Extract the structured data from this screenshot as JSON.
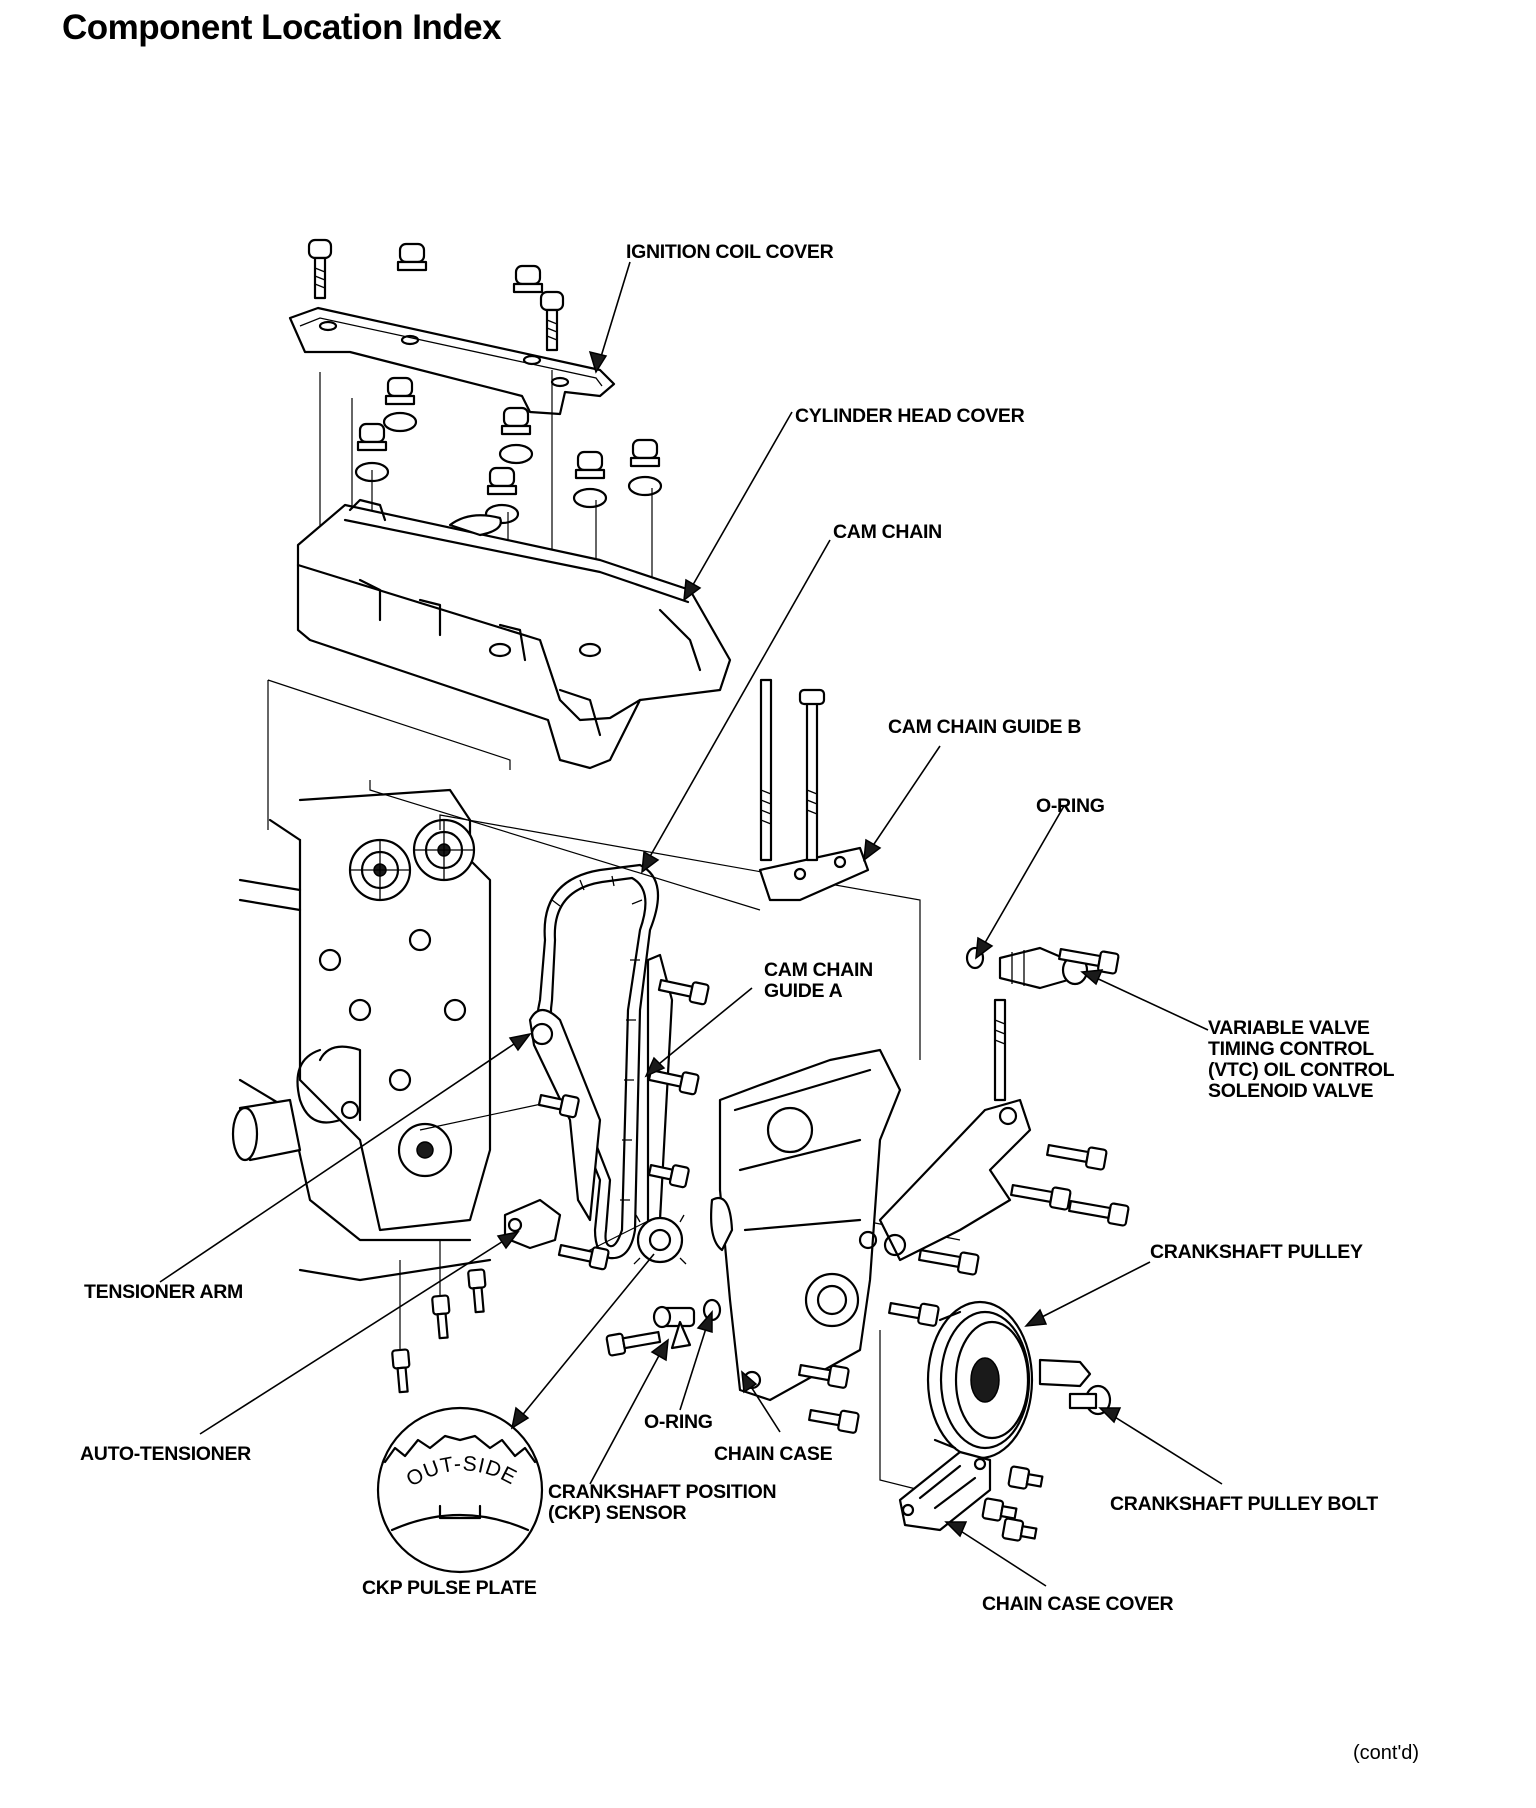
{
  "page": {
    "title": "Component Location Index",
    "continued": "(cont'd)"
  },
  "labels": {
    "ignition_coil_cover": "IGNITION COIL COVER",
    "cylinder_head_cover": "CYLINDER HEAD COVER",
    "cam_chain": "CAM CHAIN",
    "cam_chain_guide_b": "CAM CHAIN GUIDE B",
    "o_ring_top": "O-RING",
    "cam_chain_guide_a": [
      "CAM CHAIN",
      "GUIDE A"
    ],
    "vtc_solenoid_valve": [
      "VARIABLE VALVE",
      "TIMING CONTROL",
      "(VTC) OIL CONTROL",
      "SOLENOID VALVE"
    ],
    "crankshaft_pulley": "CRANKSHAFT PULLEY",
    "tensioner_arm": "TENSIONER ARM",
    "auto_tensioner": "AUTO-TENSIONER",
    "o_ring_bottom": "O-RING",
    "chain_case": "CHAIN CASE",
    "ckp_sensor": [
      "CRANKSHAFT POSITION",
      "(CKP) SENSOR"
    ],
    "crankshaft_pulley_bolt": "CRANKSHAFT PULLEY BOLT",
    "ckp_pulse_plate": "CKP PULSE PLATE",
    "chain_case_cover": "CHAIN CASE COVER",
    "pulse_plate_marking": "OUT-SIDE"
  }
}
